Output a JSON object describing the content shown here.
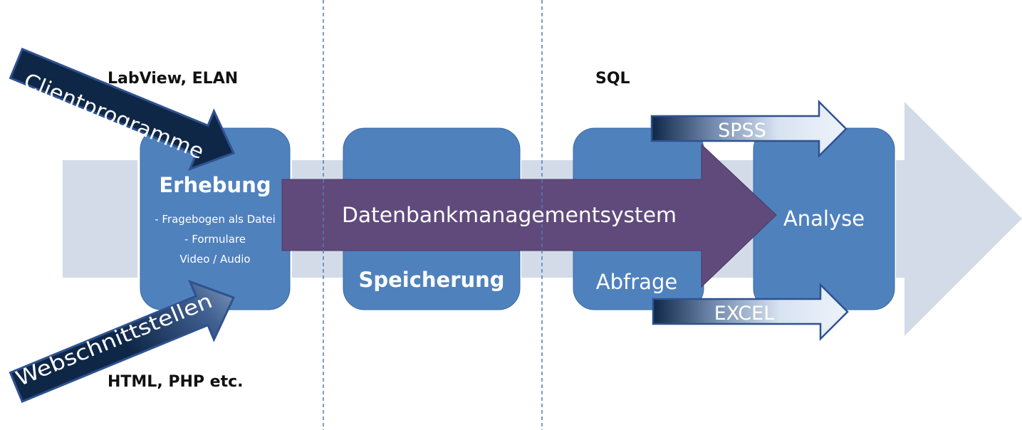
{
  "labels": {
    "labview_elan": "LabView, ELAN",
    "html_php": "HTML, PHP etc.",
    "sql": "SQL"
  },
  "stages": {
    "erhebung": {
      "title": "Erhebung",
      "items": [
        "- Fragebogen als Datei",
        "- Formulare",
        "Video / Audio"
      ]
    },
    "speicherung": {
      "title": "Speicherung"
    },
    "abfrage": {
      "title": "Abfrage"
    },
    "analyse": {
      "title": "Analyse"
    }
  },
  "arrows": {
    "clientprogramme": "Clientprogramme",
    "webschnittstellen": "Webschnittstellen",
    "dbms": "Datenbankmanagementsystem",
    "spss": "SPSS",
    "excel": "EXCEL"
  },
  "colors": {
    "box": "#4f81bd",
    "box_border": "#3a6aa5",
    "band": "#d3dbe8",
    "big_arrow": "#d3dbe8",
    "dbms_arrow": "#604a7b",
    "arrow_dark": "#0f2747",
    "arrow_light": "#eef3fa",
    "divider": "#4a7fb5"
  }
}
